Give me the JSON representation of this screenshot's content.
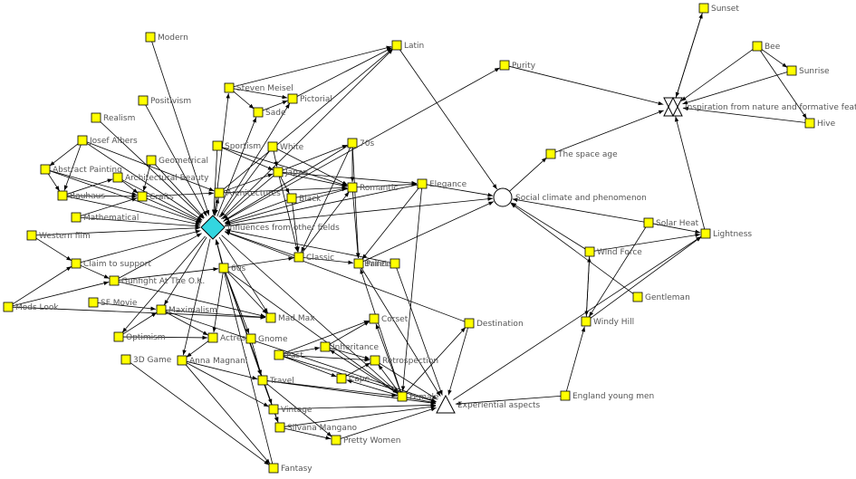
{
  "colors": {
    "node_fill": "#ffff00",
    "node_stroke": "#000000",
    "hub_fill": "#33d6e0",
    "edge": "#000000",
    "label": "#555555"
  },
  "nodes": [
    {
      "id": "sunset",
      "label": "Sunset",
      "shape": "square"
    },
    {
      "id": "bee",
      "label": "Bee",
      "shape": "square"
    },
    {
      "id": "sunrise",
      "label": "Sunrise",
      "shape": "square"
    },
    {
      "id": "hive",
      "label": "Hive",
      "shape": "square"
    },
    {
      "id": "inspiration",
      "label": "Inspiration from nature and formative features",
      "shape": "hourglass"
    },
    {
      "id": "latin",
      "label": "Latin",
      "shape": "square"
    },
    {
      "id": "modern",
      "label": "Modern",
      "shape": "square"
    },
    {
      "id": "purity",
      "label": "Purity",
      "shape": "square"
    },
    {
      "id": "steven",
      "label": "Steven Meisel",
      "shape": "square"
    },
    {
      "id": "pictorial",
      "label": "Pictorial",
      "shape": "square"
    },
    {
      "id": "positivism",
      "label": "Positivism",
      "shape": "square"
    },
    {
      "id": "sade",
      "label": "Sade",
      "shape": "square"
    },
    {
      "id": "realism",
      "label": "Realism",
      "shape": "square"
    },
    {
      "id": "josef",
      "label": "Josef Albers",
      "shape": "square"
    },
    {
      "id": "spaceage",
      "label": "The space age",
      "shape": "square"
    },
    {
      "id": "sportism",
      "label": "Sportism",
      "shape": "square"
    },
    {
      "id": "white",
      "label": "White",
      "shape": "square"
    },
    {
      "id": "s70",
      "label": "70s",
      "shape": "square"
    },
    {
      "id": "geometrical",
      "label": "Geometrical",
      "shape": "square"
    },
    {
      "id": "abstract",
      "label": "Abstract Painting",
      "shape": "square"
    },
    {
      "id": "japan",
      "label": "Japan",
      "shape": "square"
    },
    {
      "id": "archbeauty",
      "label": "Architectural Beauty",
      "shape": "square"
    },
    {
      "id": "elegance",
      "label": "Elegance",
      "shape": "square"
    },
    {
      "id": "bauhaus",
      "label": "Bauhaus",
      "shape": "square"
    },
    {
      "id": "crafts",
      "label": "Crafts",
      "shape": "square"
    },
    {
      "id": "architectures",
      "label": "Architectures",
      "shape": "square"
    },
    {
      "id": "romantic",
      "label": "Romantic",
      "shape": "square"
    },
    {
      "id": "social",
      "label": "Social climate and phenomenon",
      "shape": "circle"
    },
    {
      "id": "black",
      "label": "Black",
      "shape": "square"
    },
    {
      "id": "mathematical",
      "label": "Mathematical",
      "shape": "square"
    },
    {
      "id": "influences",
      "label": "Influences from other fields",
      "shape": "diamond"
    },
    {
      "id": "solarheat",
      "label": "Solar Heat",
      "shape": "square"
    },
    {
      "id": "western",
      "label": "Western film",
      "shape": "square"
    },
    {
      "id": "lightness",
      "label": "Lightness",
      "shape": "square"
    },
    {
      "id": "windforce",
      "label": "Wind Force",
      "shape": "square"
    },
    {
      "id": "classic",
      "label": "Classic",
      "shape": "square"
    },
    {
      "id": "princess",
      "label": "Princess",
      "shape": "square"
    },
    {
      "id": "ballet",
      "label": "Ballet",
      "shape": "square"
    },
    {
      "id": "claim",
      "label": "Claim to support",
      "shape": "square"
    },
    {
      "id": "s60",
      "label": "60s",
      "shape": "square"
    },
    {
      "id": "gunfight",
      "label": "Gunfight At The O.K.",
      "shape": "square"
    },
    {
      "id": "gentleman",
      "label": "Gentleman",
      "shape": "square"
    },
    {
      "id": "mods",
      "label": "Mods Look",
      "shape": "square"
    },
    {
      "id": "sfmovie",
      "label": "SF Movie",
      "shape": "square"
    },
    {
      "id": "maximalism",
      "label": "Maximalism",
      "shape": "square"
    },
    {
      "id": "madmax",
      "label": "Mad Max",
      "shape": "square"
    },
    {
      "id": "corset",
      "label": "Corset",
      "shape": "square"
    },
    {
      "id": "destination",
      "label": "Destination",
      "shape": "square"
    },
    {
      "id": "windyhill",
      "label": "Windy Hill",
      "shape": "square"
    },
    {
      "id": "optimism",
      "label": "Optimism",
      "shape": "square"
    },
    {
      "id": "actress",
      "label": "Actress",
      "shape": "square"
    },
    {
      "id": "gnome",
      "label": "Gnome",
      "shape": "square"
    },
    {
      "id": "inheritance",
      "label": "Inheritance",
      "shape": "square"
    },
    {
      "id": "past",
      "label": "Past",
      "shape": "square"
    },
    {
      "id": "game3d",
      "label": "3D Game",
      "shape": "square"
    },
    {
      "id": "anna",
      "label": "Anna Magnani",
      "shape": "square"
    },
    {
      "id": "retrospection",
      "label": "Retrospection",
      "shape": "square"
    },
    {
      "id": "cape",
      "label": "Cape",
      "shape": "square"
    },
    {
      "id": "travel",
      "label": "Travel",
      "shape": "square"
    },
    {
      "id": "female",
      "label": "Female",
      "shape": "square"
    },
    {
      "id": "experiential",
      "label": "Experiential aspects",
      "shape": "triangle"
    },
    {
      "id": "england",
      "label": "England young men",
      "shape": "square"
    },
    {
      "id": "vintage",
      "label": "Vintage",
      "shape": "square"
    },
    {
      "id": "silvana",
      "label": "Silvana Mangano",
      "shape": "square"
    },
    {
      "id": "pretty",
      "label": "Pretty Women",
      "shape": "square"
    },
    {
      "id": "fantasy",
      "label": "Fantasy",
      "shape": "square"
    }
  ],
  "edges": [
    [
      "sunset",
      "inspiration"
    ],
    [
      "inspiration",
      "sunset"
    ],
    [
      "bee",
      "inspiration"
    ],
    [
      "bee",
      "sunrise"
    ],
    [
      "bee",
      "hive"
    ],
    [
      "sunrise",
      "inspiration"
    ],
    [
      "hive",
      "inspiration"
    ],
    [
      "lightness",
      "inspiration"
    ],
    [
      "spaceage",
      "inspiration"
    ],
    [
      "purity",
      "inspiration"
    ],
    [
      "influences",
      "purity"
    ],
    [
      "social",
      "spaceage"
    ],
    [
      "influences",
      "social"
    ],
    [
      "latin",
      "social"
    ],
    [
      "elegance",
      "social"
    ],
    [
      "princess",
      "social"
    ],
    [
      "solarheat",
      "social"
    ],
    [
      "windforce",
      "social"
    ],
    [
      "gentleman",
      "social"
    ],
    [
      "solarheat",
      "lightness"
    ],
    [
      "windforce",
      "lightness"
    ],
    [
      "windyhill",
      "lightness"
    ],
    [
      "windforce",
      "windyhill"
    ],
    [
      "windyhill",
      "windforce"
    ],
    [
      "england",
      "windyhill"
    ],
    [
      "solarheat",
      "windyhill"
    ],
    [
      "experiential",
      "lightness"
    ],
    [
      "england",
      "experiential"
    ],
    [
      "destination",
      "experiential"
    ],
    [
      "female",
      "experiential"
    ],
    [
      "past",
      "experiential"
    ],
    [
      "travel",
      "experiential"
    ],
    [
      "vintage",
      "experiential"
    ],
    [
      "silvana",
      "experiential"
    ],
    [
      "pretty",
      "experiential"
    ],
    [
      "princess",
      "experiential"
    ],
    [
      "maximalism",
      "experiential"
    ],
    [
      "ballet",
      "experiential"
    ],
    [
      "retrospection",
      "experiential"
    ],
    [
      "destination",
      "influences"
    ],
    [
      "female",
      "destination"
    ],
    [
      "female",
      "corset"
    ],
    [
      "female",
      "retrospection"
    ],
    [
      "female",
      "princess"
    ],
    [
      "female",
      "inheritance"
    ],
    [
      "female",
      "cape"
    ],
    [
      "past",
      "corset"
    ],
    [
      "past",
      "inheritance"
    ],
    [
      "past",
      "retrospection"
    ],
    [
      "past",
      "cape"
    ],
    [
      "inheritance",
      "corset"
    ],
    [
      "inheritance",
      "retrospection"
    ],
    [
      "cape",
      "retrospection"
    ],
    [
      "influences",
      "latin"
    ],
    [
      "influences",
      "pictorial"
    ],
    [
      "influences",
      "steven"
    ],
    [
      "influences",
      "sade"
    ],
    [
      "modern",
      "influences"
    ],
    [
      "positivism",
      "influences"
    ],
    [
      "realism",
      "influences"
    ],
    [
      "josef",
      "influences"
    ],
    [
      "abstract",
      "influences"
    ],
    [
      "bauhaus",
      "influences"
    ],
    [
      "crafts",
      "influences"
    ],
    [
      "geometrical",
      "influences"
    ],
    [
      "archbeauty",
      "influences"
    ],
    [
      "mathematical",
      "influences"
    ],
    [
      "western",
      "influences"
    ],
    [
      "claim",
      "influences"
    ],
    [
      "gunfight",
      "influences"
    ],
    [
      "s60",
      "influences"
    ],
    [
      "classic",
      "influences"
    ],
    [
      "ballet",
      "influences"
    ],
    [
      "architectures",
      "influences"
    ],
    [
      "sportism",
      "influences"
    ],
    [
      "white",
      "influences"
    ],
    [
      "japan",
      "influences"
    ],
    [
      "black",
      "influences"
    ],
    [
      "romantic",
      "influences"
    ],
    [
      "s70",
      "influences"
    ],
    [
      "elegance",
      "influences"
    ],
    [
      "steven",
      "pictorial"
    ],
    [
      "steven",
      "latin"
    ],
    [
      "sade",
      "pictorial"
    ],
    [
      "pictorial",
      "latin"
    ],
    [
      "steven",
      "sade"
    ],
    [
      "architectures",
      "latin"
    ],
    [
      "sportism",
      "japan"
    ],
    [
      "white",
      "japan"
    ],
    [
      "japan",
      "black"
    ],
    [
      "japan",
      "romantic"
    ],
    [
      "japan",
      "elegance"
    ],
    [
      "japan",
      "classic"
    ],
    [
      "japan",
      "s70"
    ],
    [
      "sportism",
      "romantic"
    ],
    [
      "white",
      "romantic"
    ],
    [
      "black",
      "romantic"
    ],
    [
      "architectures",
      "romantic"
    ],
    [
      "s70",
      "romantic"
    ],
    [
      "classic",
      "romantic"
    ],
    [
      "romantic",
      "elegance"
    ],
    [
      "s70",
      "princess"
    ],
    [
      "romantic",
      "princess"
    ],
    [
      "classic",
      "princess"
    ],
    [
      "elegance",
      "princess"
    ],
    [
      "s70",
      "classic"
    ],
    [
      "black",
      "classic"
    ],
    [
      "influences",
      "architectures"
    ],
    [
      "architectures",
      "japan"
    ],
    [
      "josef",
      "bauhaus"
    ],
    [
      "josef",
      "abstract"
    ],
    [
      "abstract",
      "bauhaus"
    ],
    [
      "bauhaus",
      "crafts"
    ],
    [
      "abstract",
      "crafts"
    ],
    [
      "geometrical",
      "crafts"
    ],
    [
      "archbeauty",
      "crafts"
    ],
    [
      "bauhaus",
      "archbeauty"
    ],
    [
      "josef",
      "architectures"
    ],
    [
      "crafts",
      "architectures"
    ],
    [
      "mathematical",
      "crafts"
    ],
    [
      "western",
      "claim"
    ],
    [
      "mods",
      "claim"
    ],
    [
      "mods",
      "gunfight"
    ],
    [
      "claim",
      "gunfight"
    ],
    [
      "mods",
      "madmax"
    ],
    [
      "gunfight",
      "madmax"
    ],
    [
      "sfmovie",
      "maximalism"
    ],
    [
      "maximalism",
      "actress"
    ],
    [
      "optimism",
      "maximalism"
    ],
    [
      "maximalism",
      "madmax"
    ],
    [
      "s60",
      "madmax"
    ],
    [
      "s60",
      "gnome"
    ],
    [
      "s60",
      "travel"
    ],
    [
      "s60",
      "female"
    ],
    [
      "s60",
      "vintage"
    ],
    [
      "s60",
      "actress"
    ],
    [
      "s60",
      "silvana"
    ],
    [
      "actress",
      "anna"
    ],
    [
      "anna",
      "travel"
    ],
    [
      "game3d",
      "fantasy"
    ],
    [
      "anna",
      "vintage"
    ],
    [
      "travel",
      "silvana"
    ],
    [
      "travel",
      "pretty"
    ],
    [
      "silvana",
      "pretty"
    ],
    [
      "travel",
      "female"
    ],
    [
      "influences",
      "anna"
    ],
    [
      "influences",
      "optimism"
    ],
    [
      "influences",
      "madmax"
    ],
    [
      "influences",
      "female"
    ],
    [
      "influences",
      "maximalism"
    ],
    [
      "gnome",
      "travel"
    ],
    [
      "gunfight",
      "s60"
    ],
    [
      "vintage",
      "silvana"
    ],
    [
      "fantasy",
      "influences"
    ],
    [
      "optimism",
      "actress"
    ],
    [
      "anna",
      "fantasy"
    ],
    [
      "s60",
      "classic"
    ],
    [
      "elegance",
      "female"
    ]
  ]
}
